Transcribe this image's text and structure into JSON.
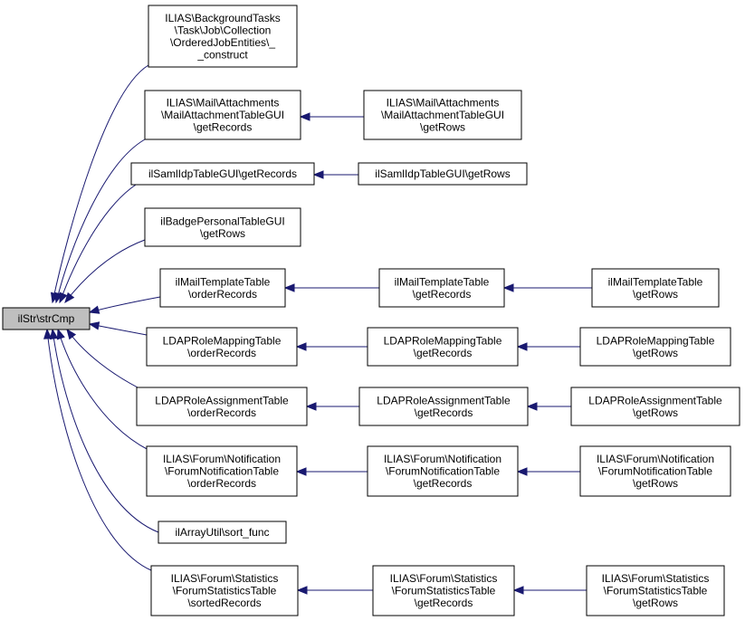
{
  "colors": {
    "edge": "#191970",
    "root_fill": "#bfbfbf",
    "node_fill": "#ffffff"
  },
  "nodes": {
    "root": {
      "lines": [
        "ilStr\\strCmp"
      ]
    },
    "bgtask": {
      "lines": [
        "ILIAS\\BackgroundTasks",
        "\\Task\\Job\\Collection",
        "\\OrderedJobEntities\\_",
        "_construct"
      ]
    },
    "mail1": {
      "lines": [
        "ILIAS\\Mail\\Attachments",
        "\\MailAttachmentTableGUI",
        "\\getRecords"
      ]
    },
    "mail2": {
      "lines": [
        "ILIAS\\Mail\\Attachments",
        "\\MailAttachmentTableGUI",
        "\\getRows"
      ]
    },
    "saml1": {
      "lines": [
        "ilSamlIdpTableGUI\\getRecords"
      ]
    },
    "saml2": {
      "lines": [
        "ilSamlIdpTableGUI\\getRows"
      ]
    },
    "badge": {
      "lines": [
        "ilBadgePersonalTableGUI",
        "\\getRows"
      ]
    },
    "mtpl1": {
      "lines": [
        "ilMailTemplateTable",
        "\\orderRecords"
      ]
    },
    "mtpl2": {
      "lines": [
        "ilMailTemplateTable",
        "\\getRecords"
      ]
    },
    "mtpl3": {
      "lines": [
        "ilMailTemplateTable",
        "\\getRows"
      ]
    },
    "ldapm1": {
      "lines": [
        "LDAPRoleMappingTable",
        "\\orderRecords"
      ]
    },
    "ldapm2": {
      "lines": [
        "LDAPRoleMappingTable",
        "\\getRecords"
      ]
    },
    "ldapm3": {
      "lines": [
        "LDAPRoleMappingTable",
        "\\getRows"
      ]
    },
    "ldapa1": {
      "lines": [
        "LDAPRoleAssignmentTable",
        "\\orderRecords"
      ]
    },
    "ldapa2": {
      "lines": [
        "LDAPRoleAssignmentTable",
        "\\getRecords"
      ]
    },
    "ldapa3": {
      "lines": [
        "LDAPRoleAssignmentTable",
        "\\getRows"
      ]
    },
    "fnot1": {
      "lines": [
        "ILIAS\\Forum\\Notification",
        "\\ForumNotificationTable",
        "\\orderRecords"
      ]
    },
    "fnot2": {
      "lines": [
        "ILIAS\\Forum\\Notification",
        "\\ForumNotificationTable",
        "\\getRecords"
      ]
    },
    "fnot3": {
      "lines": [
        "ILIAS\\Forum\\Notification",
        "\\ForumNotificationTable",
        "\\getRows"
      ]
    },
    "arrutil": {
      "lines": [
        "ilArrayUtil\\sort_func"
      ]
    },
    "fstat1": {
      "lines": [
        "ILIAS\\Forum\\Statistics",
        "\\ForumStatisticsTable",
        "\\sortedRecords"
      ]
    },
    "fstat2": {
      "lines": [
        "ILIAS\\Forum\\Statistics",
        "\\ForumStatisticsTable",
        "\\getRecords"
      ]
    },
    "fstat3": {
      "lines": [
        "ILIAS\\Forum\\Statistics",
        "\\ForumStatisticsTable",
        "\\getRows"
      ]
    }
  }
}
